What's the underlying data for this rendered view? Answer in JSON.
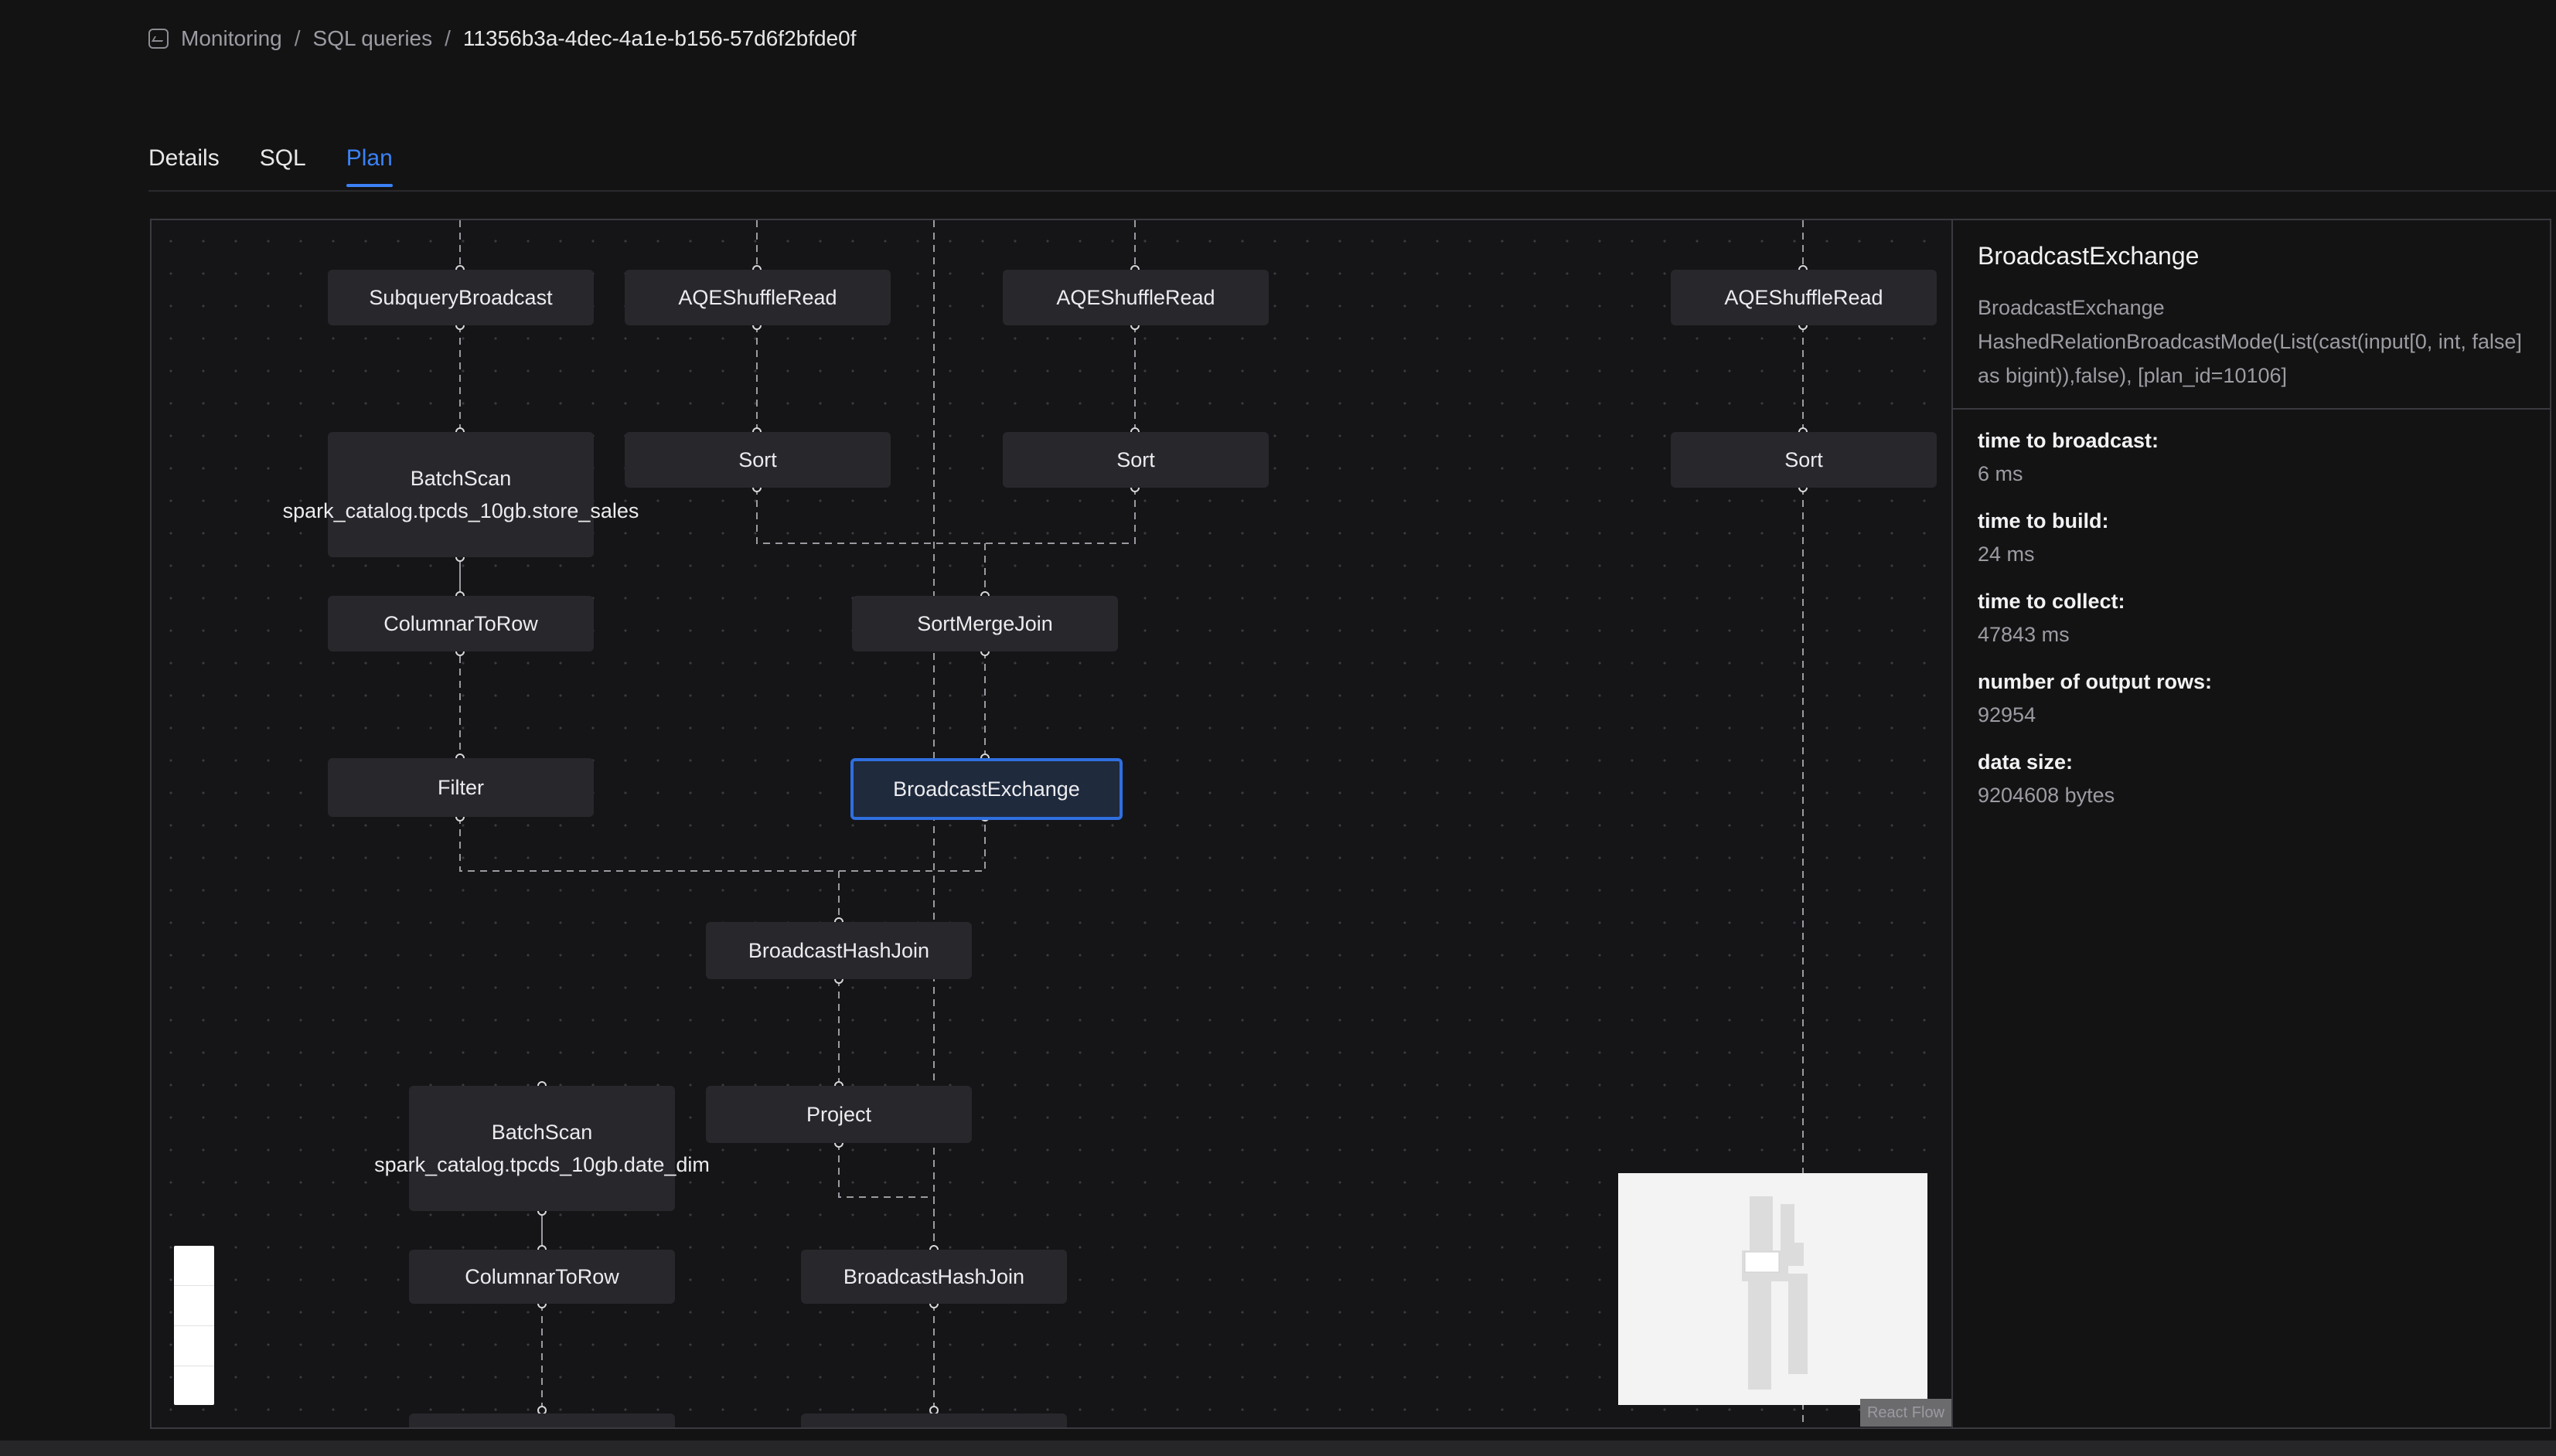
{
  "breadcrumb": {
    "icon": "monitoring-icon",
    "items": [
      "Monitoring",
      "SQL queries",
      "11356b3a-4dec-4a1e-b156-57d6f2bfde0f"
    ],
    "separator": "/"
  },
  "tabs": [
    {
      "label": "Details",
      "active": false
    },
    {
      "label": "SQL",
      "active": false
    },
    {
      "label": "Plan",
      "active": true
    }
  ],
  "colors": {
    "accent": "#3b82f6",
    "background": "#131314",
    "node": "#28282c"
  },
  "plan": {
    "nodes": [
      {
        "id": "n1",
        "label": "SubqueryBroadcast"
      },
      {
        "id": "n2",
        "label": "AQEShuffleRead"
      },
      {
        "id": "n3",
        "label": "AQEShuffleRead"
      },
      {
        "id": "n4",
        "label": "AQEShuffleRead"
      },
      {
        "id": "n5",
        "label": "BatchScan spark_catalog.tpcds_10gb.store_sales"
      },
      {
        "id": "n6",
        "label": "Sort"
      },
      {
        "id": "n7",
        "label": "Sort"
      },
      {
        "id": "n8",
        "label": "Sort"
      },
      {
        "id": "n9",
        "label": "ColumnarToRow"
      },
      {
        "id": "n10",
        "label": "SortMergeJoin"
      },
      {
        "id": "n11",
        "label": "Filter"
      },
      {
        "id": "n12",
        "label": "BroadcastExchange",
        "selected": true
      },
      {
        "id": "n13",
        "label": "BroadcastHashJoin"
      },
      {
        "id": "n14",
        "label": "BatchScan spark_catalog.tpcds_10gb.date_dim"
      },
      {
        "id": "n15",
        "label": "Project"
      },
      {
        "id": "n16",
        "label": "ColumnarToRow"
      },
      {
        "id": "n17",
        "label": "BroadcastHashJoin"
      }
    ]
  },
  "minimap": {
    "label": "React Flow"
  },
  "detail": {
    "title": "BroadcastExchange",
    "description": "BroadcastExchange HashedRelationBroadcastMode(List(cast(input[0, int, false] as bigint)),false), [plan_id=10106]",
    "metrics": [
      {
        "label": "time to broadcast:",
        "value": "6 ms"
      },
      {
        "label": "time to build:",
        "value": "24 ms"
      },
      {
        "label": "time to collect:",
        "value": "47843 ms"
      },
      {
        "label": "number of output rows:",
        "value": "92954"
      },
      {
        "label": "data size:",
        "value": "9204608 bytes"
      }
    ]
  }
}
